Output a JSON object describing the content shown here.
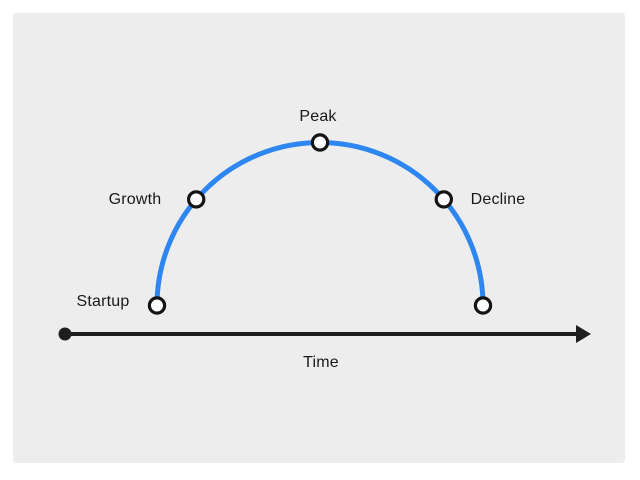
{
  "page": {
    "background_color": "#FFFFFF",
    "canvas_background_color": "#EDEDED"
  },
  "diagram": {
    "kind": "lifecycle-curve",
    "colors": {
      "curve": "#2E86F0",
      "marker_fill": "#FEFEFE",
      "marker_stroke": "#141414",
      "axis": "#1E1E1E",
      "text": "#1A1A1A"
    },
    "stages": [
      {
        "id": "startup",
        "label": "Startup",
        "position": "curve-left-end"
      },
      {
        "id": "growth",
        "label": "Growth",
        "position": "curve-upper-left"
      },
      {
        "id": "peak",
        "label": "Peak",
        "position": "curve-top"
      },
      {
        "id": "decline",
        "label": "Decline",
        "position": "curve-upper-right"
      },
      {
        "id": "end",
        "label": "",
        "position": "curve-right-end"
      }
    ],
    "axis": {
      "label": "Time",
      "direction": "left-to-right"
    }
  }
}
